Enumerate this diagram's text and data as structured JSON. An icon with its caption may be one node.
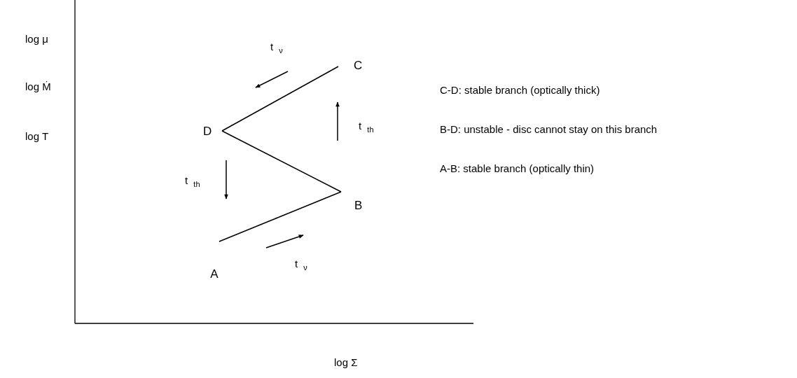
{
  "diagram": {
    "nodes": [
      {
        "text": [
          "A"
        ]
      },
      {
        "text": [
          "B"
        ]
      },
      {
        "text": [
          "C"
        ]
      },
      {
        "text": [
          "D"
        ]
      }
    ],
    "edges": [
      {
        "from": 0,
        "to": 1,
        "arrow": "none"
      },
      {
        "from": 1,
        "to": 3,
        "arrow": "none"
      },
      {
        "from": 3,
        "to": 2,
        "arrow": "none"
      }
    ],
    "labels": [
      "log μ",
      "log Ṁ",
      "log T",
      "t $_{ν}$",
      "C-D: stable branch (optically thick)",
      "t $_{th}$",
      "B-D: unstable - disc cannot stay on this branch",
      "A-B: stable branch (optically thin)",
      "t $_{th}$",
      "t $_{ν}$",
      "log Σ"
    ]
  }
}
